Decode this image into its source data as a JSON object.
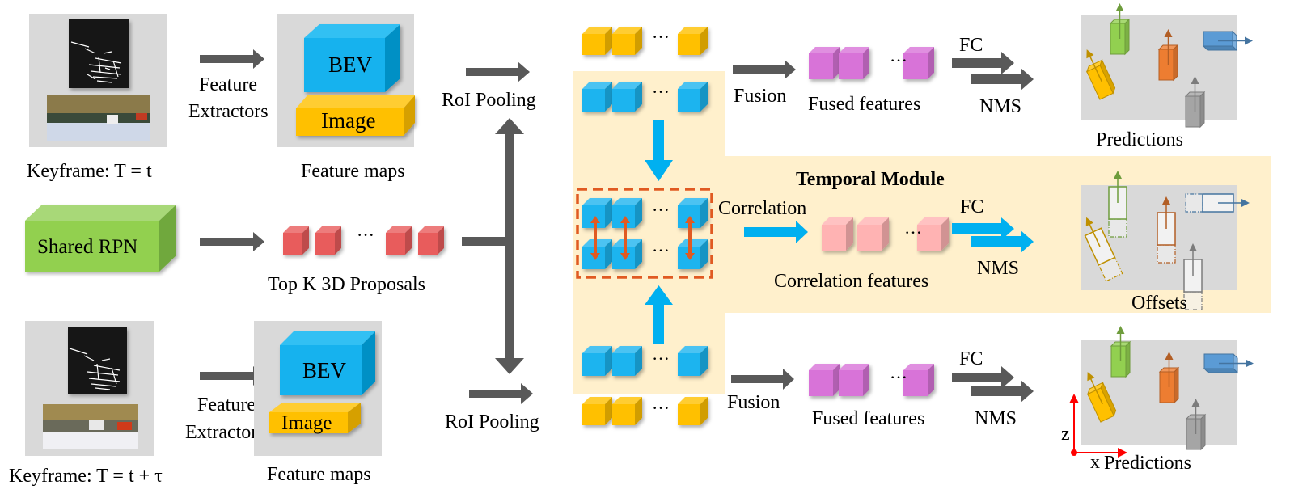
{
  "figure": {
    "keyframe_top": {
      "label": "Keyframe: T = t",
      "extractor_label_line1": "Feature",
      "extractor_label_line2": "Extractors",
      "feature_maps_label": "Feature maps",
      "bev_label": "BEV",
      "image_label": "Image"
    },
    "keyframe_bottom": {
      "label": "Keyframe: T =  t + τ",
      "extractor_label_line1": "Feature",
      "extractor_label_line2": "Extractors",
      "feature_maps_label": "Feature maps",
      "bev_label": "BEV",
      "image_label": "Image"
    },
    "rpn": {
      "label": "Shared RPN",
      "proposals_label": "Top K 3D Proposals"
    },
    "roi_pooling_top": "RoI Pooling",
    "roi_pooling_bottom": "RoI Pooling",
    "ellipsis": "···",
    "top_branch": {
      "fusion_label": "Fusion",
      "fused_label": "Fused features",
      "fc_label": "FC",
      "nms_label": "NMS",
      "predictions_label": "Predictions"
    },
    "temporal": {
      "title": "Temporal Module",
      "correlation_label": "Correlation",
      "correlation_features_label": "Correlation features",
      "fc_label": "FC",
      "nms_label": "NMS",
      "offsets_label": "Offsets"
    },
    "bottom_branch": {
      "fusion_label": "Fusion",
      "fused_label": "Fused features",
      "fc_label": "FC",
      "nms_label": "NMS",
      "predictions_label": "Predictions",
      "axis_z": "z",
      "axis_x": "x"
    }
  },
  "colors": {
    "bev_blue": "#1eb4ef",
    "image_yellow": "#ffc000",
    "rpn_green": "#92d050",
    "proposal_red": "#e85b5b",
    "fused_pink": "#d873d8",
    "corr_pink": "#ffb3b3",
    "temporal_bg": "#fff0cc",
    "panel_gray": "#d9d9d9",
    "arrow_gray": "#595959",
    "arrow_blue": "#00b0f0",
    "dashed_orange": "#e05a22"
  }
}
